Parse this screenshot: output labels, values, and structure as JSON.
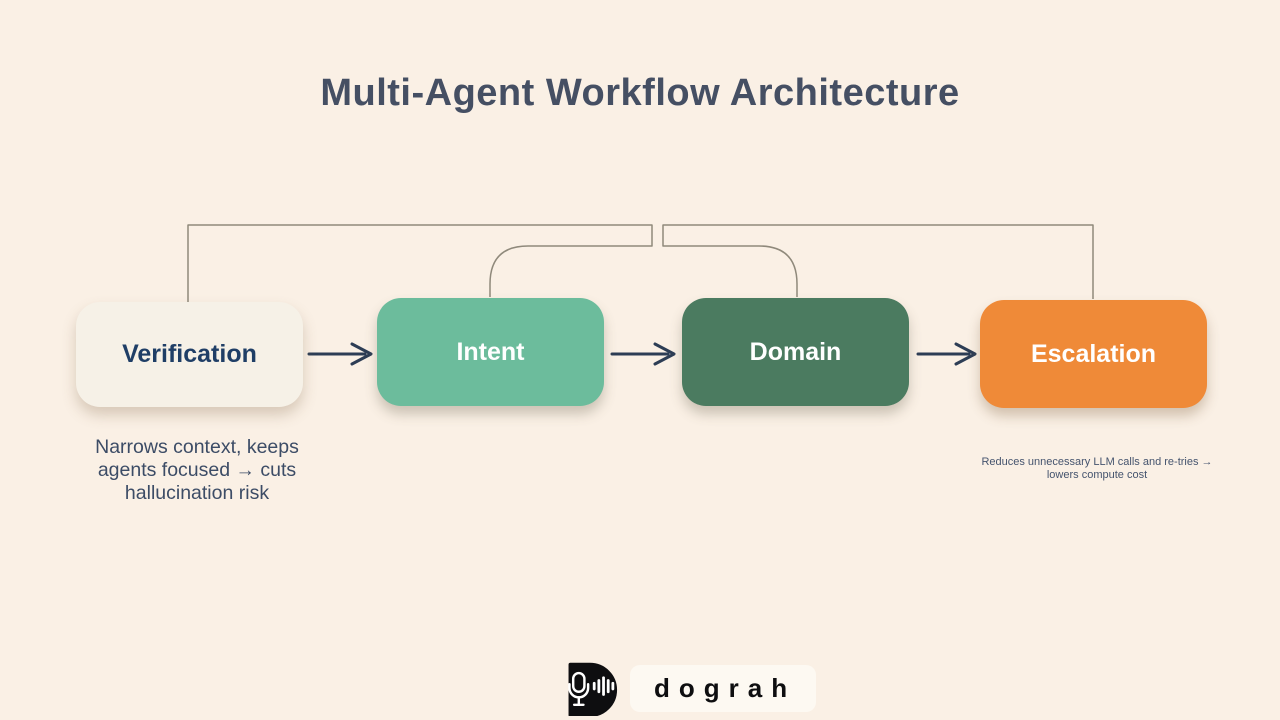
{
  "title": "Multi-Agent Workflow Architecture",
  "diagram": {
    "type": "flowchart",
    "flow_order": [
      "Verification",
      "Intent",
      "Domain",
      "Escalation"
    ],
    "nodes": [
      {
        "label": "Verification",
        "color": "#f6f1e7",
        "text_color": "#1f3e66",
        "note": "Narrows context, keeps agents focused → cuts hallucination risk"
      },
      {
        "label": "Intent",
        "color": "#6cbc9c",
        "text_color": "#ffffff"
      },
      {
        "label": "Domain",
        "color": "#4b7b60",
        "text_color": "#ffffff"
      },
      {
        "label": "Escalation",
        "color": "#ef8a38",
        "text_color": "#ffffff",
        "note": "Reduces unnecessary LLM calls and re-tries → lowers compute cost"
      }
    ],
    "connectors": [
      {
        "from": "Verification",
        "to": "Intent",
        "style": "top-loop-line"
      },
      {
        "from": "Domain",
        "to": "Escalation",
        "style": "top-loop-line"
      },
      {
        "from": "Verification",
        "to": "Intent",
        "style": "straight-arrow"
      },
      {
        "from": "Intent",
        "to": "Domain",
        "style": "straight-arrow"
      },
      {
        "from": "Domain",
        "to": "Escalation",
        "style": "straight-arrow"
      }
    ]
  },
  "footer": {
    "brand": "dograh",
    "logo_icon": "microphone-soundwave-icon"
  },
  "colors": {
    "background": "#faf0e5",
    "title": "#454f63",
    "arrow": "#2d3d55",
    "connector_line": "#8f897b",
    "logo_black": "#0e0e10"
  }
}
